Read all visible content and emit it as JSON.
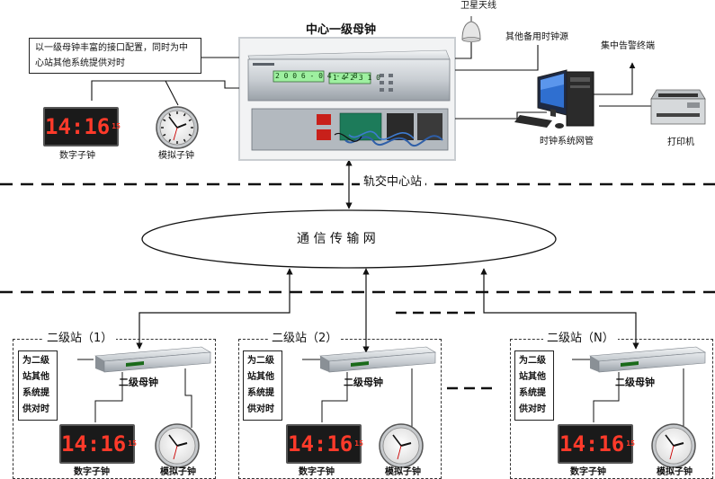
{
  "main_clock": {
    "title": "中心一级母钟",
    "panel_date": "2 0 0 6 - 0 4 - 2 8",
    "panel_time": "1 4 2 3 1 0"
  },
  "labels": {
    "satellite_antenna": "卫星天线",
    "backup_source": "其他备用时钟源",
    "alarm_terminal": "集中告警终端",
    "network_manager": "时钟系统网管",
    "printer": "打印机",
    "central_station": "轨交中心站",
    "network": "通 信 传 输 网",
    "digital_clock": "数字子钟",
    "analog_clock": "模拟子钟",
    "secondary_clock": "二级母钟"
  },
  "central_note": "以一级母钟丰富的接口配置，同时为中心站其他系统提供对时",
  "digital_display": {
    "time": "14:16",
    "seconds": "15"
  },
  "stations": [
    {
      "title": "二级站（1）",
      "note": "为二级站其他系统提供对时"
    },
    {
      "title": "二级站（2）",
      "note": "为二级站其他系统提供对时"
    },
    {
      "title": "二级站（N）",
      "note": "为二级站其他系统提供对时"
    }
  ]
}
